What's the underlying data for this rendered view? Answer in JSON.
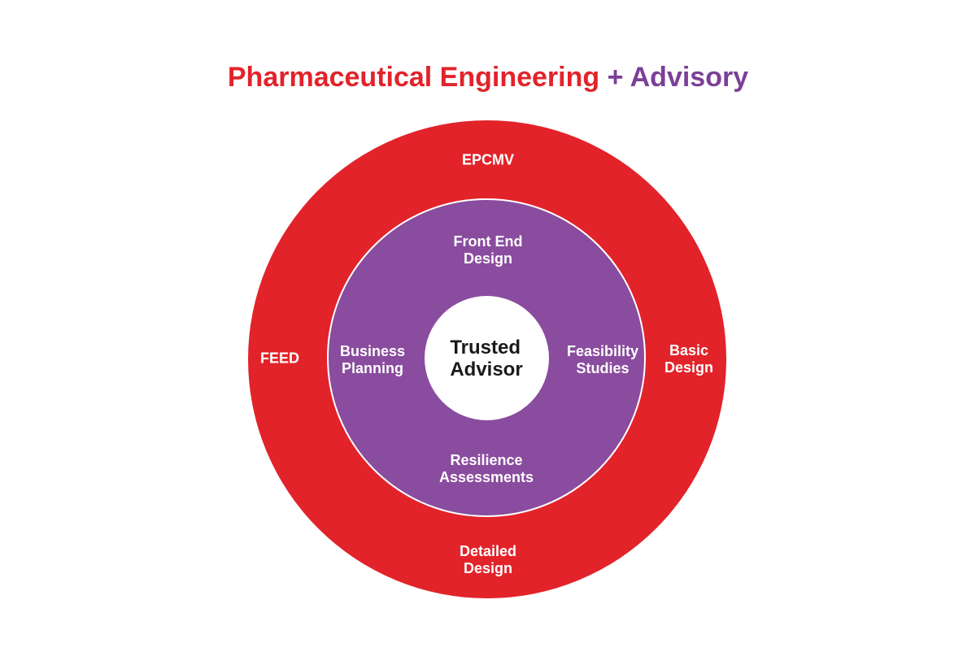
{
  "title": {
    "part1": "Pharmaceutical Engineering ",
    "part2": "+ Advisory"
  },
  "colors": {
    "outer_ring": "#e2232a",
    "middle_ring": "#8a4c9e",
    "center_circle": "#ffffff",
    "title_red": "#e2232a",
    "title_purple": "#7c3f98",
    "ring_label_text": "#ffffff",
    "center_label_text": "#1a1a1a",
    "background": "#ffffff"
  },
  "diagram": {
    "outer_ring": {
      "top": "EPCMV",
      "left": "FEED",
      "right": "Basic\nDesign",
      "bottom": "Detailed\nDesign"
    },
    "middle_ring": {
      "top": "Front End\nDesign",
      "left": "Business\nPlanning",
      "right": "Feasibility\nStudies",
      "bottom": "Resilience\nAssessments"
    },
    "center": "Trusted\nAdvisor"
  }
}
